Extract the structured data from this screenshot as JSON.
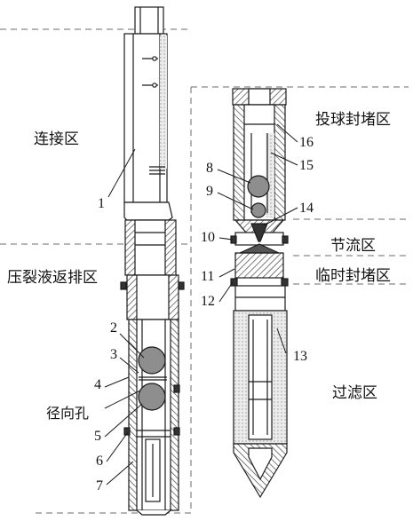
{
  "zones": {
    "connection": "连接区",
    "frac_return": "压裂液返排区",
    "ball_seal": "投球封堵区",
    "throttle": "节流区",
    "temp_seal": "临时封堵区",
    "filter": "过滤区"
  },
  "radial_hole": "径向孔",
  "callouts": [
    "1",
    "2",
    "3",
    "4",
    "5",
    "6",
    "7",
    "8",
    "9",
    "10",
    "11",
    "12",
    "13",
    "14",
    "15",
    "16"
  ],
  "colors": {
    "line": "#1a1a1a",
    "hatch": "#555555",
    "fill": "#d9d9d9",
    "ball": "#9a9a9a",
    "dash": "#6b6b6b"
  }
}
